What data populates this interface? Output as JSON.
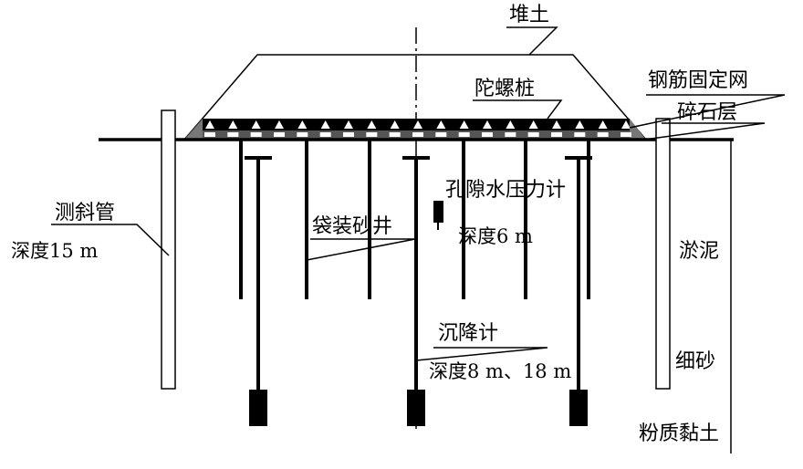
{
  "labels": {
    "embankment": "堆土",
    "pile": "陀螺桩",
    "steel_mesh": "钢筋固定网",
    "gravel_layer": "碎石层",
    "inclinometer": "测斜管",
    "inclinometer_depth": "深度15 m",
    "sand_drain": "袋装砂井",
    "piezometer": "孔隙水压力计",
    "piezometer_depth": "深度6 m",
    "settlement_gauge": "沉降计",
    "settlement_depth": "深度8 m、18 m",
    "silt": "淤泥",
    "fine_sand": "细砂",
    "silty_clay": "粉质黏土"
  },
  "colors": {
    "line": "#000000",
    "fill_dark": "#000000",
    "background": "#ffffff"
  }
}
